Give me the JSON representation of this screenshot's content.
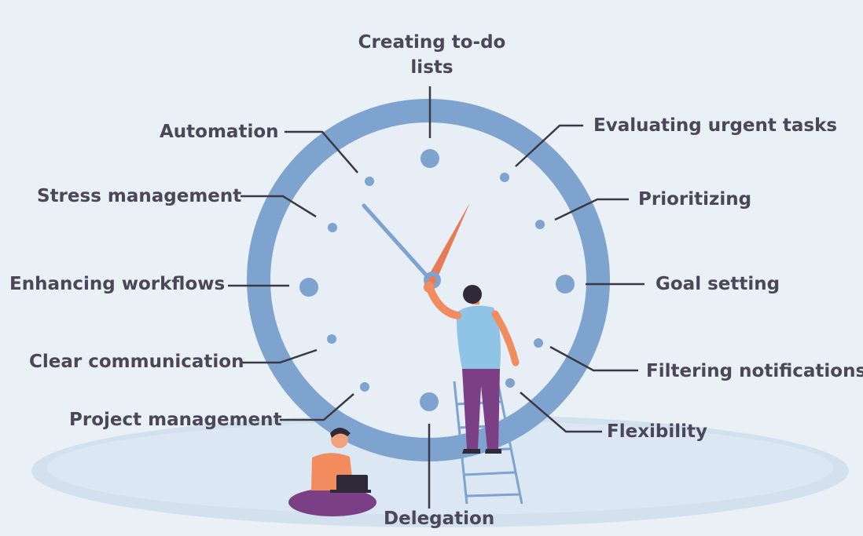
{
  "colors": {
    "background": "#e9f0f6",
    "clock_ring": "#7ea3cf",
    "clock_face": "#e7eef5",
    "hour_dots": "#7ea3cf",
    "minute_hand": "#7ea3cf",
    "hour_hand": "#e87a58",
    "text": "#4b4658",
    "leader_lines": "#3b3a44",
    "floor_shadow": "#cfdeec"
  },
  "labels": {
    "top": "Creating to-do lists",
    "top_right": "Evaluating urgent tasks",
    "prioritizing": "Prioritizing",
    "goal_setting": "Goal setting",
    "filtering": "Filtering notifications",
    "flexibility": "Flexibility",
    "delegation": "Delegation",
    "project_management": "Project management",
    "clear_communication": "Clear communication",
    "enhancing_workflows": "Enhancing workflows",
    "stress_management": "Stress management",
    "automation": "Automation"
  }
}
